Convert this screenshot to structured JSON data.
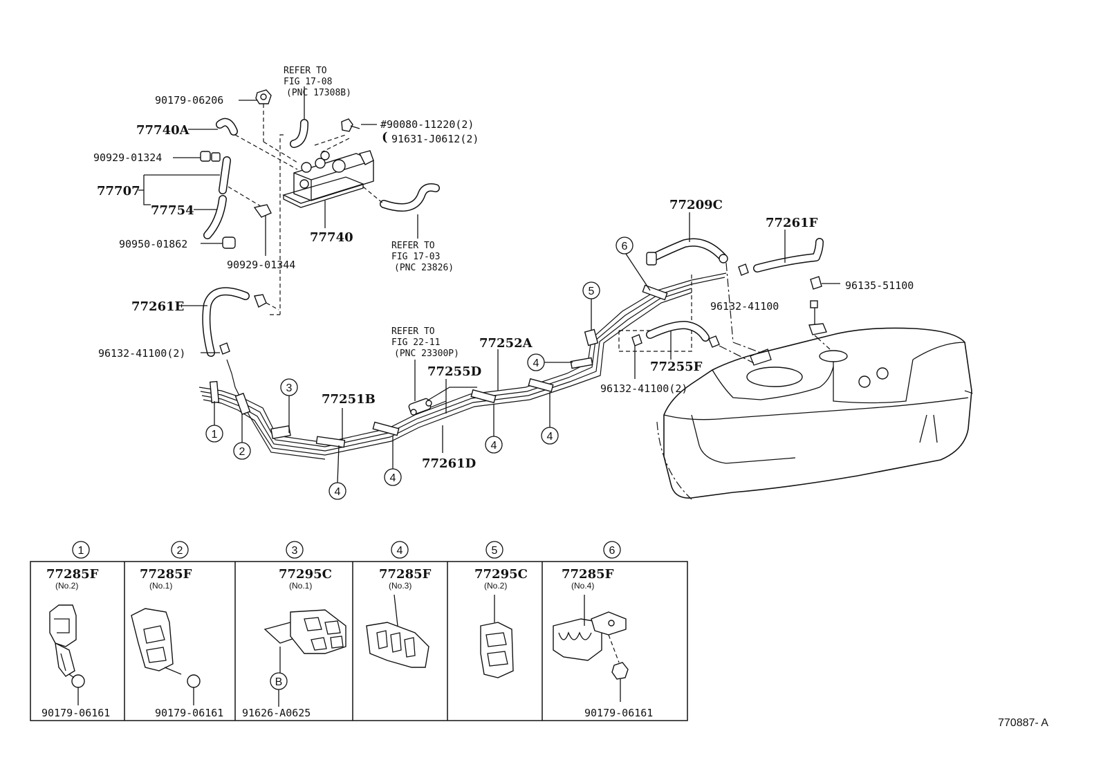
{
  "labels": {
    "p90179_06206": "90179-06206",
    "p77740A": "77740A",
    "p90929_01324": "90929-01324",
    "p77707": "77707",
    "p77754": "77754",
    "p90950_01862": "90950-01862",
    "p90929_01344": "90929-01344",
    "p77740": "77740",
    "p90080_11220": "#90080-11220(2)",
    "p91631_J0612": "91631-J0612(2)",
    "p77209C": "77209C",
    "p77261F": "77261F",
    "p96135_51100": "96135-51100",
    "p96132_41100_r": "96132-41100",
    "p77261E": "77261E",
    "p96132_41100_2_l": "96132-41100(2)",
    "p77252A": "77252A",
    "p77255D": "77255D",
    "p77251B": "77251B",
    "p77261D": "77261D",
    "p77255F": "77255F",
    "p96132_41100_2_r": "96132-41100(2)"
  },
  "refer_notes": [
    {
      "lines": [
        "REFER TO",
        "FIG 17-08",
        "(PNC 17308B)"
      ]
    },
    {
      "lines": [
        "REFER TO",
        "FIG 17-03",
        "(PNC 23826)"
      ]
    },
    {
      "lines": [
        "REFER TO",
        "FIG 22-11",
        "(PNC 23300P)"
      ]
    }
  ],
  "callouts": {
    "c1": "1",
    "c2": "2",
    "c3": "3",
    "c4a": "4",
    "c4b": "4",
    "c4c": "4",
    "c4d": "4",
    "c4e": "4",
    "c5": "5",
    "c6": "6"
  },
  "detail_panels": [
    {
      "num": "1",
      "part": "77285F",
      "sub": "(No.2)",
      "fastener": "90179-06161"
    },
    {
      "num": "2",
      "part": "77285F",
      "sub": "(No.1)",
      "fastener": "90179-06161"
    },
    {
      "num": "3",
      "part": "77295C",
      "sub": "(No.1)",
      "fastener": "91626-A0625",
      "marker": "B"
    },
    {
      "num": "4",
      "part": "77285F",
      "sub": "(No.3)"
    },
    {
      "num": "5",
      "part": "77295C",
      "sub": "(No.2)"
    },
    {
      "num": "6",
      "part": "77285F",
      "sub": "(No.4)",
      "fastener": "90179-06161"
    }
  ],
  "figure_id": "770887- A"
}
